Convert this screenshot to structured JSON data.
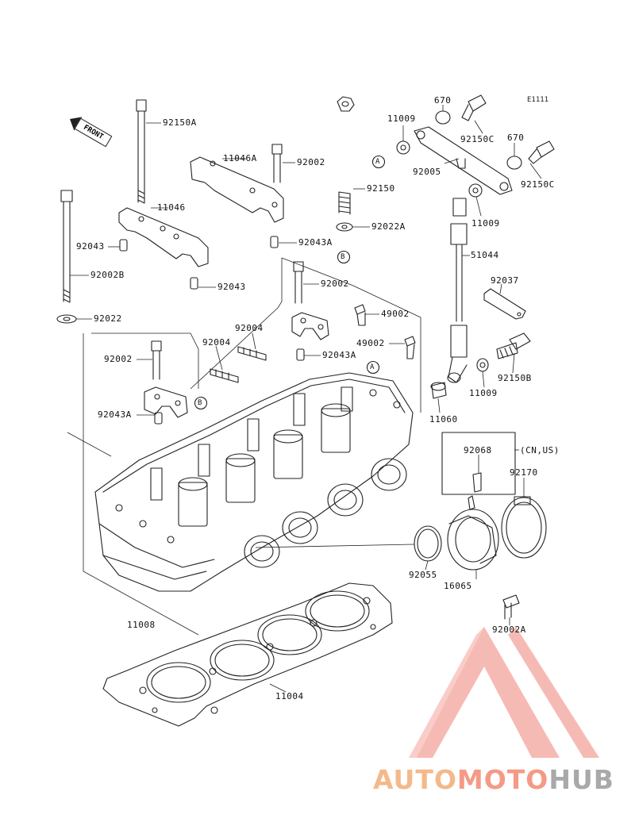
{
  "diagram_code": "E1111",
  "front_label": "FRONT",
  "callouts": {
    "A": "A",
    "B": "B"
  },
  "parts": {
    "p_92150A": "92150A",
    "p_11046A": "11046A",
    "p_92002_top": "92002",
    "p_11046": "11046",
    "p_92150": "92150",
    "p_92022A": "92022A",
    "p_92043A_top": "92043A",
    "p_92043_left": "92043",
    "p_92002B": "92002B",
    "p_92043_mid": "92043",
    "p_92002_mid": "92002",
    "p_92022": "92022",
    "p_92004_a": "92004",
    "p_92004_b": "92004",
    "p_49002_a": "49002",
    "p_49002_b": "49002",
    "p_92002_left": "92002",
    "p_92043A_mid": "92043A",
    "p_92043A_left": "92043A",
    "p_11009_top": "11009",
    "p_670_a": "670",
    "p_670_b": "670",
    "p_92150C_a": "92150C",
    "p_92150C_b": "92150C",
    "p_92005": "92005",
    "p_11009_mid": "11009",
    "p_51044": "51044",
    "p_92037": "92037",
    "p_92150B": "92150B",
    "p_11009_low": "11009",
    "p_11060": "11060",
    "p_92068": "92068",
    "p_cnus": "(CN,US)",
    "p_92170": "92170",
    "p_92055": "92055",
    "p_16065": "16065",
    "p_92002A": "92002A",
    "p_11008": "11008",
    "p_11004": "11004"
  },
  "watermark": {
    "auto": "AUTO",
    "moto": "MOTO",
    "hub": "HUB",
    "logo_color": "#f0827a"
  },
  "colors": {
    "line": "#222222",
    "background": "#ffffff"
  }
}
